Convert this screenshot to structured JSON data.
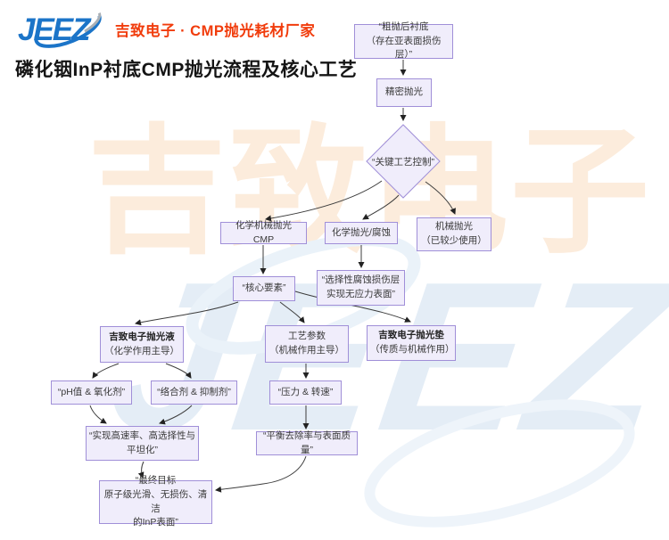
{
  "header": {
    "logo_text": "JEEZ",
    "tagline": "吉致电子 · CMP抛光耗材厂家",
    "title": "磷化铟InP衬底CMP抛光流程及核心工艺"
  },
  "watermarks": {
    "orange": "吉致电子",
    "blue": "JEEZ"
  },
  "colors": {
    "logo_blue": "#1b74c8",
    "tagline_red": "#f13c0c",
    "node_fill": "#f0edfb",
    "node_border": "#a08fd8",
    "edge_line": "#3c3c3c",
    "watermark_orange": "#fcecdc",
    "watermark_blue": "#e4edf6"
  },
  "flow": {
    "n1": {
      "l1": "“粗抛后衬底",
      "l2": "（存在亚表面损伤层）”"
    },
    "n2": {
      "l1": "精密抛光"
    },
    "diamond": {
      "l1": "“关键工艺控制”"
    },
    "n3": {
      "l1": "化学机械抛光 CMP"
    },
    "n4": {
      "l1": "化学抛光/腐蚀"
    },
    "n5": {
      "l1": "机械抛光",
      "l2": "（已较少使用）"
    },
    "n6": {
      "l1": "“核心要素”"
    },
    "n7": {
      "l1": "“选择性腐蚀损伤层",
      "l2": "实现无应力表面”"
    },
    "n8": {
      "l1": "吉致电子抛光液",
      "l2": "（化学作用主导）"
    },
    "n9": {
      "l1": "工艺参数",
      "l2": "（机械作用主导）"
    },
    "n10": {
      "l1": "吉致电子抛光垫",
      "l2": "（传质与机械作用）"
    },
    "n11": {
      "l1": "“pH值 & 氧化剂”"
    },
    "n12": {
      "l1": "“络合剂 & 抑制剂”"
    },
    "n13": {
      "l1": "“压力 & 转速”"
    },
    "n14": {
      "l1": "“实现高速率、高选择性与",
      "l2": "平坦化”"
    },
    "n15": {
      "l1": "“平衡去除率与表面质量”"
    },
    "n16": {
      "l1": "“最终目标",
      "l2": "原子级光滑、无损伤、清洁",
      "l3": "的InP表面”"
    }
  },
  "edges": [
    {
      "from": "n1",
      "to": "n2"
    },
    {
      "from": "n2",
      "to": "diamond"
    },
    {
      "from": "diamond",
      "to": "n3"
    },
    {
      "from": "diamond",
      "to": "n4"
    },
    {
      "from": "diamond",
      "to": "n5"
    },
    {
      "from": "n3",
      "to": "n6"
    },
    {
      "from": "n4",
      "to": "n7"
    },
    {
      "from": "n6",
      "to": "n8"
    },
    {
      "from": "n6",
      "to": "n9"
    },
    {
      "from": "n6",
      "to": "n10"
    },
    {
      "from": "n8",
      "to": "n11"
    },
    {
      "from": "n8",
      "to": "n12"
    },
    {
      "from": "n9",
      "to": "n13"
    },
    {
      "from": "n11",
      "to": "n14"
    },
    {
      "from": "n12",
      "to": "n14"
    },
    {
      "from": "n13",
      "to": "n15"
    },
    {
      "from": "n14",
      "to": "n16"
    },
    {
      "from": "n15",
      "to": "n16"
    }
  ]
}
